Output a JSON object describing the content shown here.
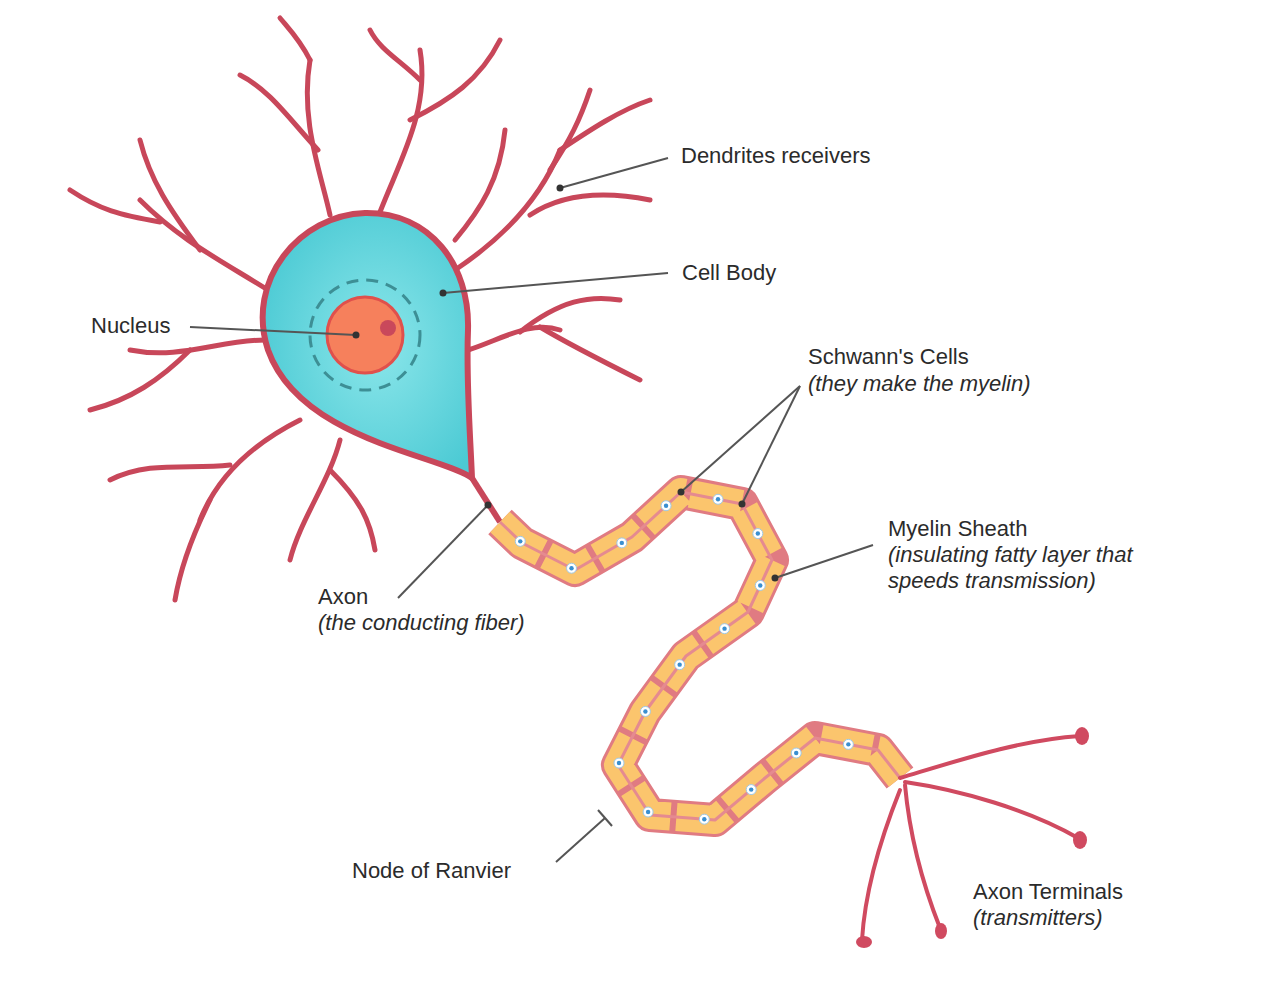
{
  "diagram": {
    "labels": [
      "Dendrites receivers",
      "Cell Body",
      "Nucleus",
      "Schwann's Cells",
      "(they make the myelin)",
      "Myelin Sheath",
      "(insulating fatty layer that speeds transmission)",
      "Axon",
      "(the conducting fiber)",
      "Node of Ranvier",
      "Axon Terminals",
      "(transmitters)"
    ]
  }
}
